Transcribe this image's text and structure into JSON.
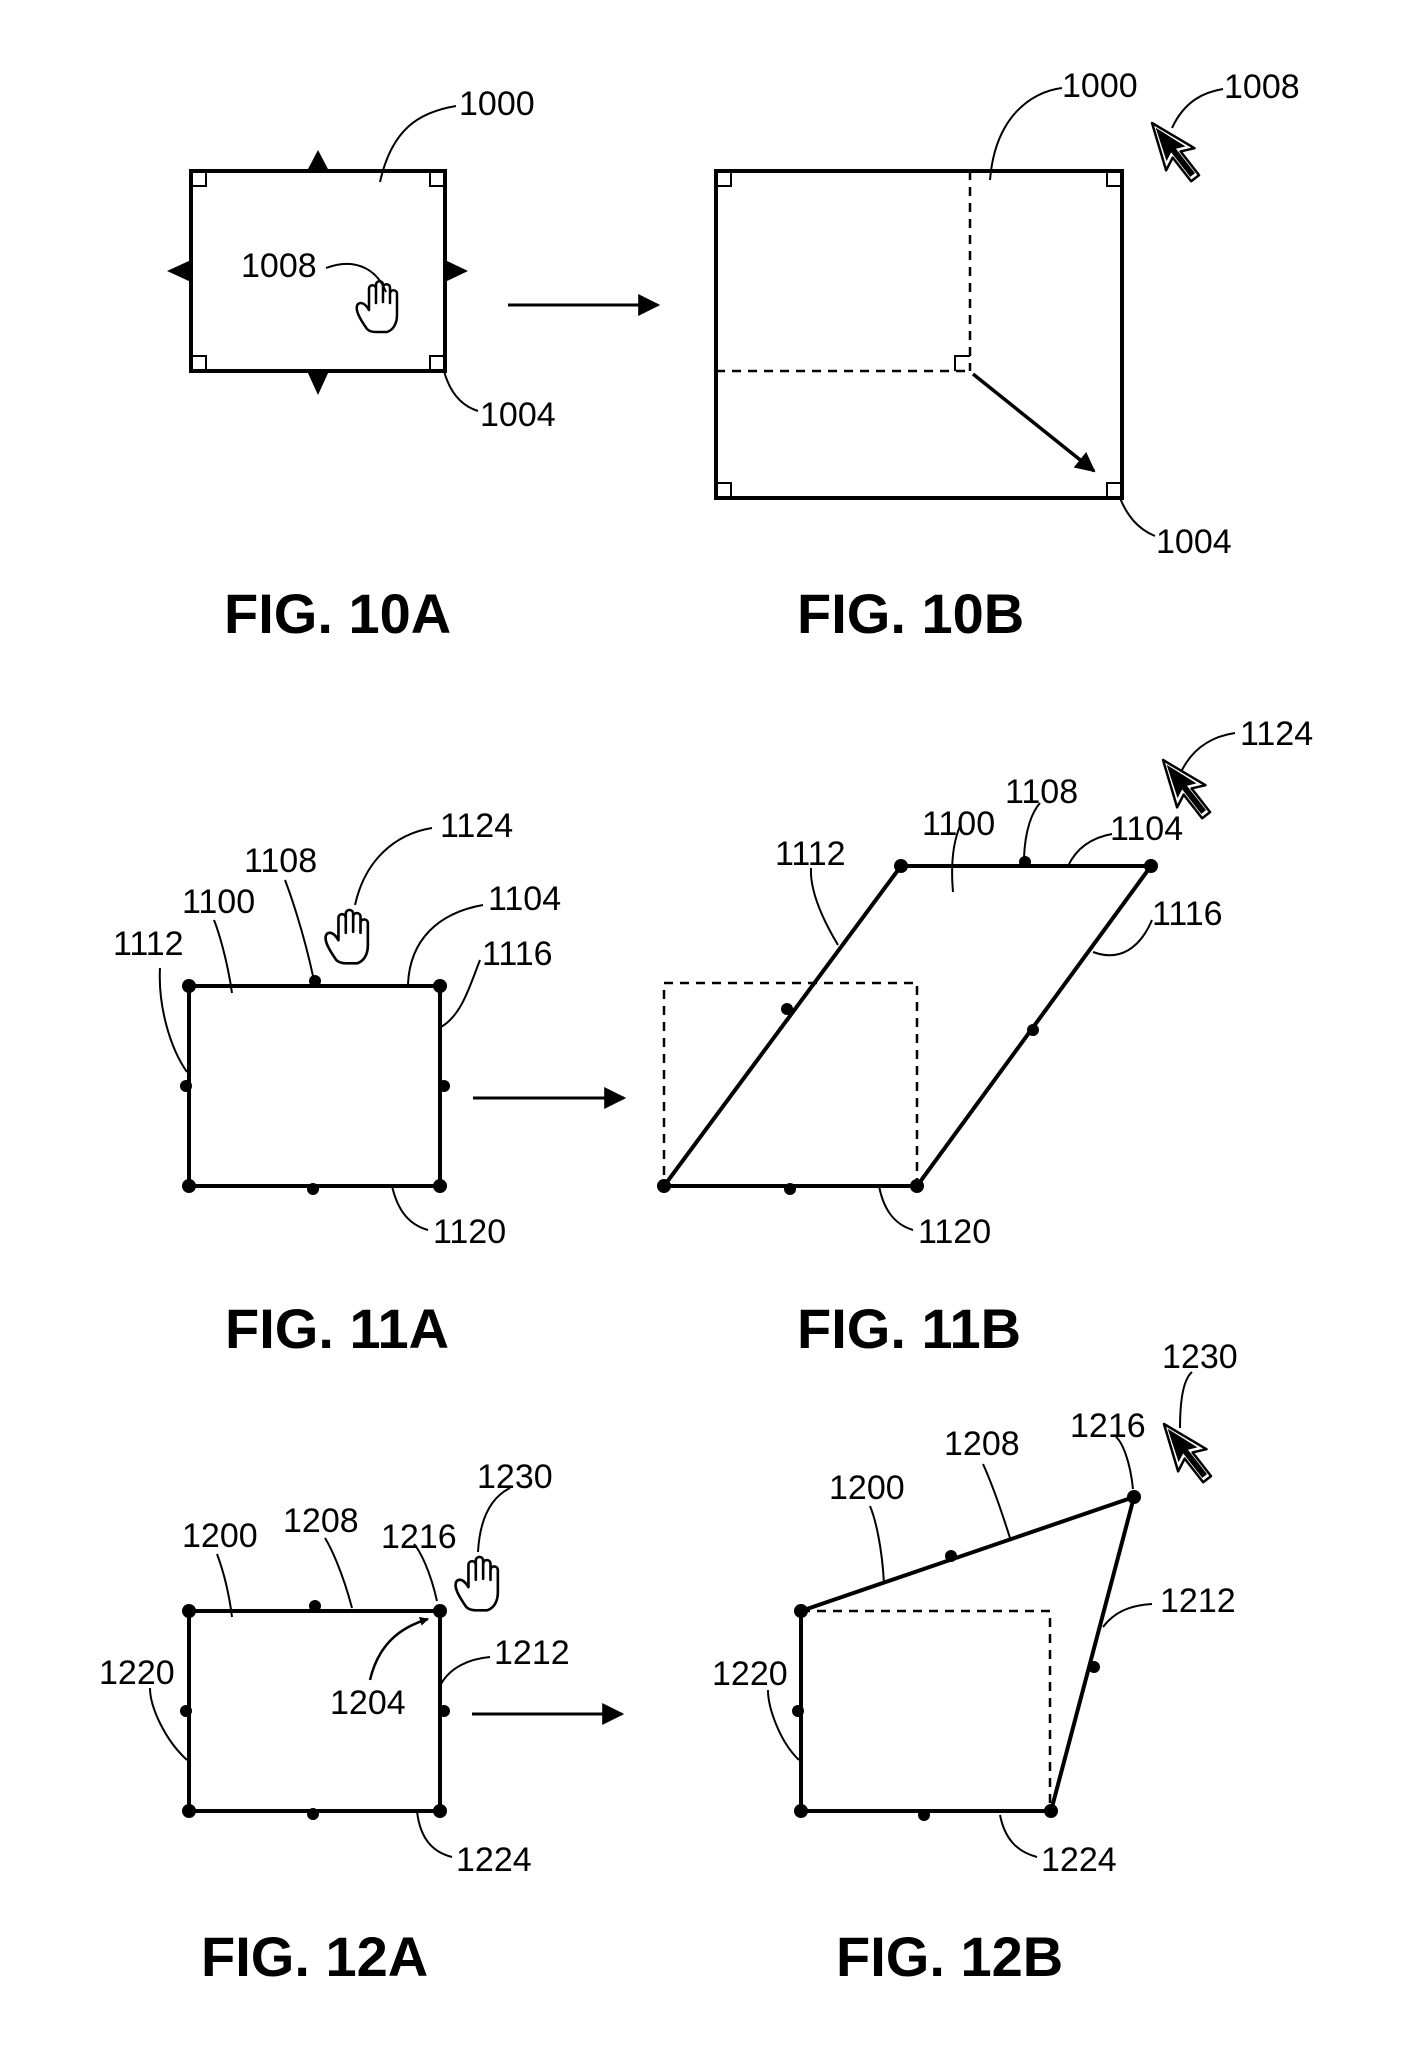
{
  "figures": {
    "fig10a": {
      "caption": "FIG. 10A",
      "labels": {
        "window": "1000",
        "pointer": "1008",
        "corner": "1004"
      },
      "icons": {
        "pointer": "hand-icon"
      }
    },
    "fig10b": {
      "caption": "FIG. 10B",
      "labels": {
        "window": "1000",
        "pointer": "1008",
        "corner": "1004"
      },
      "icons": {
        "pointer": "arrow-cursor-icon"
      }
    },
    "fig11a": {
      "caption": "FIG. 11A",
      "labels": {
        "shape": "1100",
        "top_handle": "1108",
        "top_edge": "1104",
        "left_edge": "1112",
        "right_edge": "1116",
        "bottom_edge": "1120",
        "pointer": "1124"
      },
      "icons": {
        "pointer": "hand-icon"
      }
    },
    "fig11b": {
      "caption": "FIG. 11B",
      "labels": {
        "shape": "1100",
        "top_handle": "1108",
        "top_edge": "1104",
        "left_edge": "1112",
        "right_edge": "1116",
        "bottom_edge": "1120",
        "pointer": "1124"
      },
      "icons": {
        "pointer": "arrow-cursor-icon"
      }
    },
    "fig12a": {
      "caption": "FIG. 12A",
      "labels": {
        "shape": "1200",
        "top_edge": "1208",
        "corner_handle": "1216",
        "pointer": "1230",
        "corner_marker": "1204",
        "left_edge": "1220",
        "right_edge": "1212",
        "bottom_edge": "1224"
      },
      "icons": {
        "pointer": "hand-icon"
      }
    },
    "fig12b": {
      "caption": "FIG. 12B",
      "labels": {
        "shape": "1200",
        "top_edge": "1208",
        "corner_handle": "1216",
        "pointer": "1230",
        "left_edge": "1220",
        "right_edge": "1212",
        "bottom_edge": "1224"
      },
      "icons": {
        "pointer": "arrow-cursor-icon"
      }
    }
  }
}
